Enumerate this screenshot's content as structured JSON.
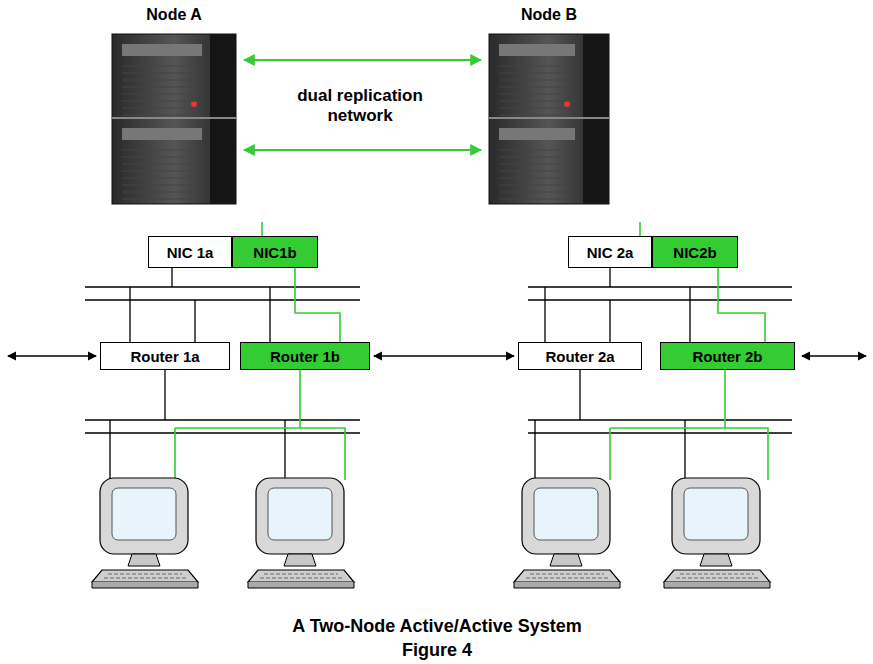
{
  "diagram": {
    "caption": "A Two-Node Active/Active System",
    "nodes": [
      {
        "text": [
          "Node A"
        ]
      },
      {
        "text": [
          "Node B"
        ]
      },
      {
        "text": [
          "NIC 1a"
        ]
      },
      {
        "text": [
          "NIC1b"
        ]
      },
      {
        "text": [
          "NIC 2a"
        ]
      },
      {
        "text": [
          "NIC2b"
        ]
      },
      {
        "text": [
          "Router 1a"
        ]
      },
      {
        "text": [
          "Router 1b"
        ]
      },
      {
        "text": [
          "Router 2a"
        ]
      },
      {
        "text": [
          "Router 2b"
        ]
      }
    ],
    "edges": [
      {
        "from": 0,
        "to": 1,
        "arrow": "both"
      },
      {
        "from": 0,
        "to": 1,
        "arrow": "both"
      },
      {
        "from": 7,
        "to": 8,
        "arrow": "both"
      }
    ],
    "labels": [
      "dual replication network",
      "Figure 4"
    ]
  }
}
